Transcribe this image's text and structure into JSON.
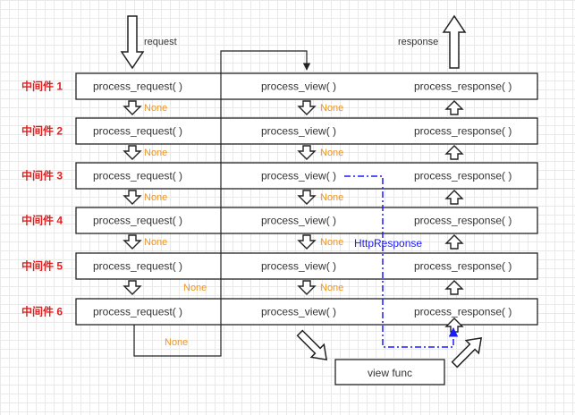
{
  "labels": {
    "request": "request",
    "response": "response",
    "view_func": "view func",
    "http_response": "HttpResponse"
  },
  "rows": [
    {
      "middleware": "中间件 1",
      "req": "process_request( )",
      "view": "process_view( )",
      "resp": "process_response( )",
      "none_req": "None",
      "none_view": "None"
    },
    {
      "middleware": "中间件 2",
      "req": "process_request( )",
      "view": "process_view( )",
      "resp": "process_response( )",
      "none_req": "None",
      "none_view": "None"
    },
    {
      "middleware": "中间件 3",
      "req": "process_request( )",
      "view": "process_view( )",
      "resp": "process_response( )",
      "none_req": "None",
      "none_view": "None"
    },
    {
      "middleware": "中间件 4",
      "req": "process_request( )",
      "view": "process_view( )",
      "resp": "process_response( )",
      "none_req": "None",
      "none_view": "None"
    },
    {
      "middleware": "中间件 5",
      "req": "process_request( )",
      "view": "process_view( )",
      "resp": "process_response( )",
      "none_req": "None",
      "none_view": "None"
    },
    {
      "middleware": "中间件 6",
      "req": "process_request( )",
      "view": "process_view( )",
      "resp": "process_response( )",
      "none_req": "None",
      "none_view": ""
    }
  ],
  "bottom_none": "None",
  "colors": {
    "middleware_label": "#e02020",
    "none_label": "#f0941e",
    "http_path": "#1a1aff",
    "stroke": "#222222"
  }
}
